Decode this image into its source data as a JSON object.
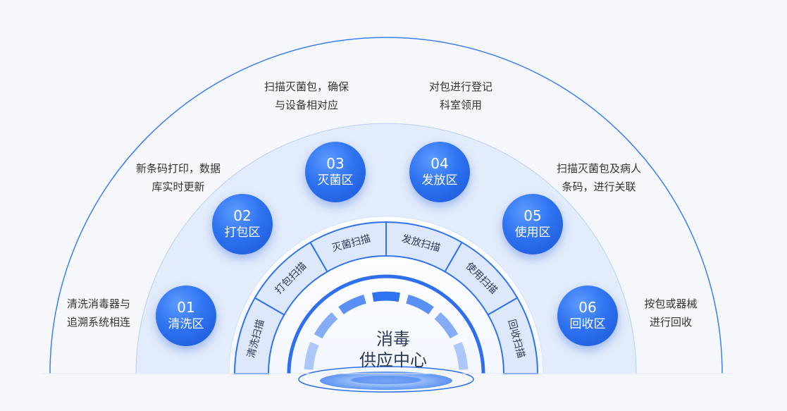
{
  "zones": [
    {
      "num": "01",
      "name": "清洗区",
      "scan": "清洗扫描",
      "desc_lines": [
        "清洗消毒器与",
        "追溯系统相连"
      ]
    },
    {
      "num": "02",
      "name": "打包区",
      "scan": "打包扫描",
      "desc_lines": [
        "新条码打印，数据",
        "库实时更新"
      ]
    },
    {
      "num": "03",
      "name": "灭菌区",
      "scan": "灭菌扫描",
      "desc_lines": [
        "扫描灭菌包，确保",
        "与设备相对应"
      ]
    },
    {
      "num": "04",
      "name": "发放区",
      "scan": "发放扫描",
      "desc_lines": [
        "对包进行登记",
        "科室领用"
      ]
    },
    {
      "num": "05",
      "name": "使用区",
      "scan": "使用扫描",
      "desc_lines": [
        "扫描灭菌包及病人",
        "条码，进行关联"
      ]
    },
    {
      "num": "06",
      "name": "回收区",
      "scan": "回收扫描",
      "desc_lines": [
        "按包或器械",
        "进行回收"
      ]
    }
  ],
  "center": {
    "title_lines": [
      "消毒",
      "供应中心"
    ]
  },
  "colors": {
    "accent": "#2f73f1",
    "outer_fill": "#f2f6fd",
    "mid_fill": "#e3ecfa",
    "line": "#3d7ff0"
  }
}
